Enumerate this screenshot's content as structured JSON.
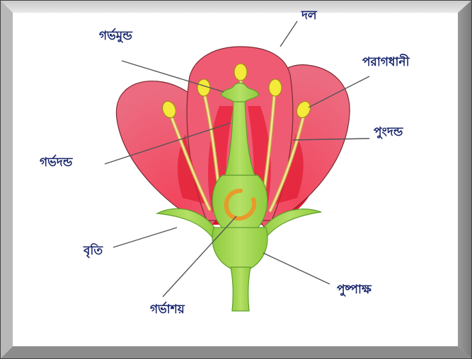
{
  "labels": {
    "petal": "দল",
    "stigma": "গর্ভমুন্ড",
    "anther": "পরাগধানী",
    "filament": "পুংদন্ড",
    "style": "গর্ভদন্ড",
    "sepal": "বৃতি",
    "receptacle": "পুষ্পাক্ষ",
    "ovary": "গর্ভাশয়"
  },
  "colors": {
    "petal": "#ec5e76",
    "petal_inner": "#e8102a",
    "green": "#9fd44e",
    "green_dark": "#5f9f2c",
    "anther": "#f4ea3a",
    "label_text": "#17256e"
  }
}
